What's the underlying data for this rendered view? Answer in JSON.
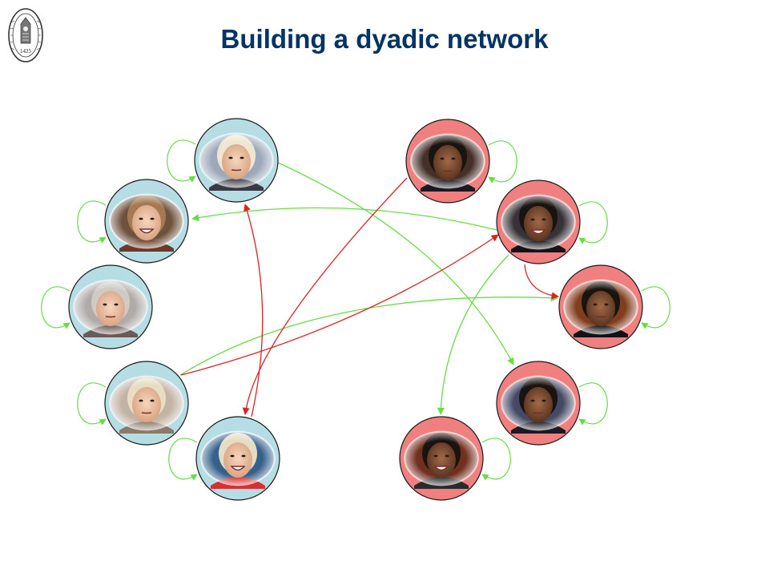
{
  "title": "Building a dyadic network",
  "logo": {
    "name": "university-seal",
    "text": "1425"
  },
  "colors": {
    "group_a_fill": "#b7dde4",
    "group_b_fill": "#f08080",
    "node_stroke": "#1a1a1a",
    "positive_tie": "#66dd44",
    "negative_tie": "#dd2222",
    "title": "#003366"
  },
  "groups": [
    {
      "id": "A",
      "color_key": "group_a_fill",
      "node_count": 5
    },
    {
      "id": "B",
      "color_key": "group_b_fill",
      "node_count": 5
    }
  ],
  "nodes": [
    {
      "id": "a1",
      "group": "A",
      "portrait": "blonde-woman-speaking"
    },
    {
      "id": "a2",
      "group": "A",
      "portrait": "smiling-woman"
    },
    {
      "id": "a3",
      "group": "A",
      "portrait": "woman-grey-hair"
    },
    {
      "id": "a4",
      "group": "A",
      "portrait": "woman-serious"
    },
    {
      "id": "a5",
      "group": "A",
      "portrait": "woman-waving"
    },
    {
      "id": "b1",
      "group": "B",
      "portrait": "man-pointing"
    },
    {
      "id": "b2",
      "group": "B",
      "portrait": "man-smiling"
    },
    {
      "id": "b3",
      "group": "B",
      "portrait": "man-frowning"
    },
    {
      "id": "b4",
      "group": "B",
      "portrait": "man-at-podium"
    },
    {
      "id": "b5",
      "group": "B",
      "portrait": "man-laughing"
    }
  ],
  "self_loops": [
    "a1",
    "a2",
    "a3",
    "a4",
    "a5",
    "b1",
    "b2",
    "b3",
    "b4",
    "b5"
  ],
  "edges": [
    {
      "from": "a1",
      "to": "b4",
      "sign": "positive"
    },
    {
      "from": "b2",
      "to": "a2",
      "sign": "positive"
    },
    {
      "from": "a4",
      "to": "b3",
      "sign": "positive"
    },
    {
      "from": "b2",
      "to": "b5",
      "sign": "positive"
    },
    {
      "from": "b1",
      "to": "a5",
      "sign": "negative"
    },
    {
      "from": "a5",
      "to": "a1",
      "sign": "negative"
    },
    {
      "from": "a4",
      "to": "b2",
      "sign": "negative"
    },
    {
      "from": "b2",
      "to": "b3",
      "sign": "negative"
    }
  ]
}
